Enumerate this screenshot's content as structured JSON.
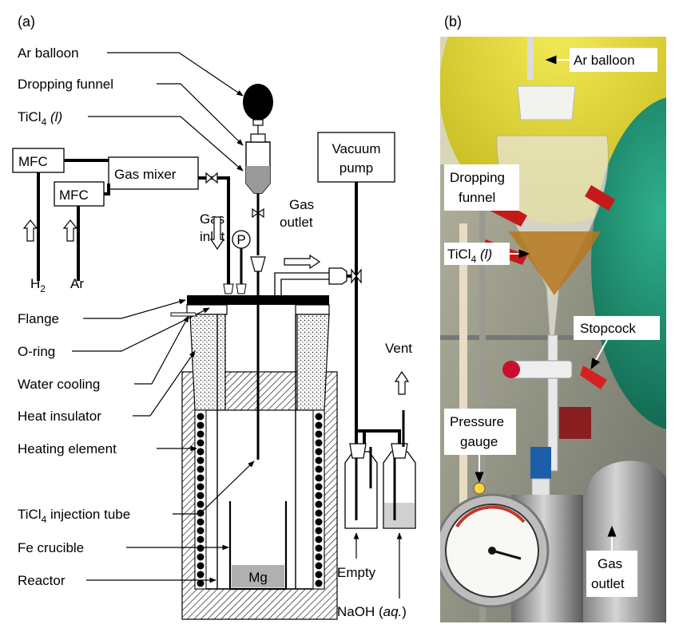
{
  "panel_a": {
    "tag": "(a)",
    "labels": {
      "ar_balloon": "Ar balloon",
      "dropping_funnel": "Dropping funnel",
      "ticl4_liquid_pre": "TiCl",
      "ticl4_liquid_sub": "4",
      "ticl4_liquid_post": " (l)",
      "mfc1": "MFC",
      "mfc2": "MFC",
      "gas_mixer": "Gas mixer",
      "h2_pre": "H",
      "h2_sub": "2",
      "ar": "Ar",
      "gas_inlet_1": "Gas",
      "gas_inlet_2": "inlet",
      "gas_outlet_1": "Gas",
      "gas_outlet_2": "outlet",
      "pressure_p": "P",
      "vacuum_pump_1": "Vacuum",
      "vacuum_pump_2": "pump",
      "flange": "Flange",
      "o_ring": "O-ring",
      "water_cooling": "Water cooling",
      "heat_insulator": "Heat insulator",
      "heating_element": "Heating element",
      "injection_pre": "TiCl",
      "injection_sub": "4",
      "injection_post": " injection tube",
      "fe_crucible": "Fe crucible",
      "reactor": "Reactor",
      "mg": "Mg",
      "vent": "Vent",
      "empty": "Empty",
      "naoh_pre": "NaOH (",
      "naoh_italic": "aq.",
      "naoh_post": ")"
    }
  },
  "panel_b": {
    "tag": "(b)",
    "labels": {
      "ar_balloon": "Ar balloon",
      "dropping_funnel_1": "Dropping",
      "dropping_funnel_2": "funnel",
      "ticl4_pre": "TiCl",
      "ticl4_sub": "4",
      "ticl4_post": " (l)",
      "stopcock": "Stopcock",
      "pressure_gauge_1": "Pressure",
      "pressure_gauge_2": "gauge",
      "gas_outlet_1": "Gas",
      "gas_outlet_2": "outlet"
    }
  }
}
